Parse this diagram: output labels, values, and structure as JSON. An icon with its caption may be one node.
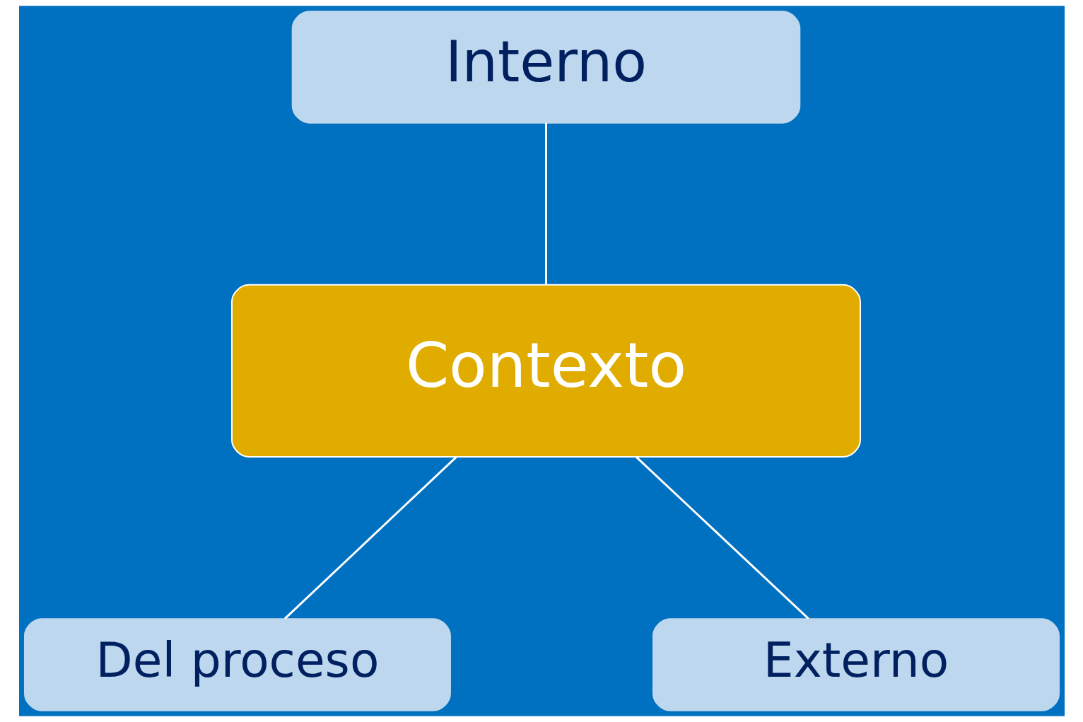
{
  "diagram": {
    "nodes": [
      {
        "text": [
          "Interno"
        ]
      },
      {
        "text": [
          "Contexto"
        ]
      },
      {
        "text": [
          "Del proceso"
        ]
      },
      {
        "text": [
          "Externo"
        ]
      }
    ],
    "edges": [
      {
        "from": 0,
        "to": 1,
        "arrow": "none"
      },
      {
        "from": 1,
        "to": 2,
        "arrow": "none"
      },
      {
        "from": 1,
        "to": 3,
        "arrow": "none"
      }
    ]
  }
}
